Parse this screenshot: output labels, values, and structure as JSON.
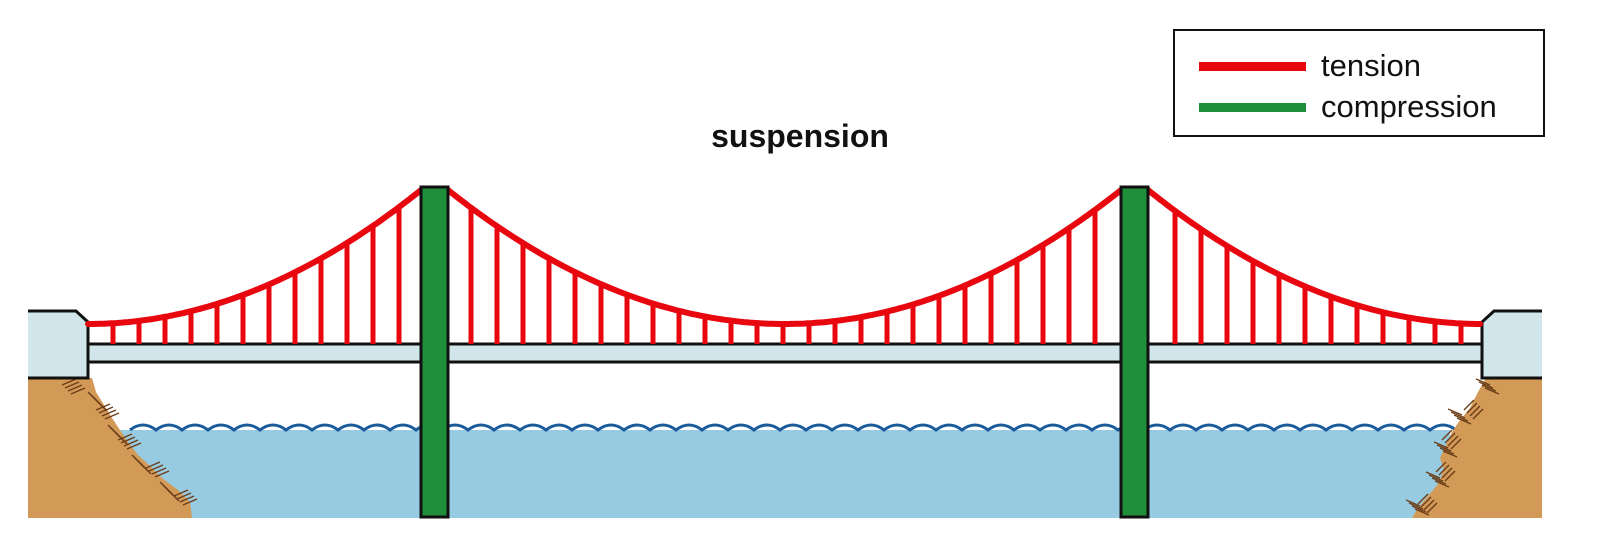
{
  "title": "suspension",
  "legend": {
    "items": [
      {
        "label": "tension",
        "color": "#e8070f"
      },
      {
        "label": "compression",
        "color": "#1f8f3c"
      }
    ]
  },
  "colors": {
    "tension": "#e8070f",
    "compression": "#1f8f3c",
    "deck": "#d0e6ea",
    "anchorage": "#d0e6ea",
    "water": "#97cbe1",
    "wave_line": "#1a5b9a",
    "ground": "#d39a57",
    "ground_hatch": "#6b3e1a",
    "outline": "#111111"
  },
  "components": {
    "towers": [
      {
        "name": "left-tower",
        "force": "compression"
      },
      {
        "name": "right-tower",
        "force": "compression"
      }
    ],
    "main_cables": {
      "force": "tension"
    },
    "suspender_cables": {
      "force": "tension"
    },
    "deck": {
      "name": "roadway deck"
    },
    "anchorages": [
      "left-anchorage",
      "right-anchorage"
    ],
    "water": "river",
    "banks": [
      "left-bank",
      "right-bank"
    ]
  }
}
